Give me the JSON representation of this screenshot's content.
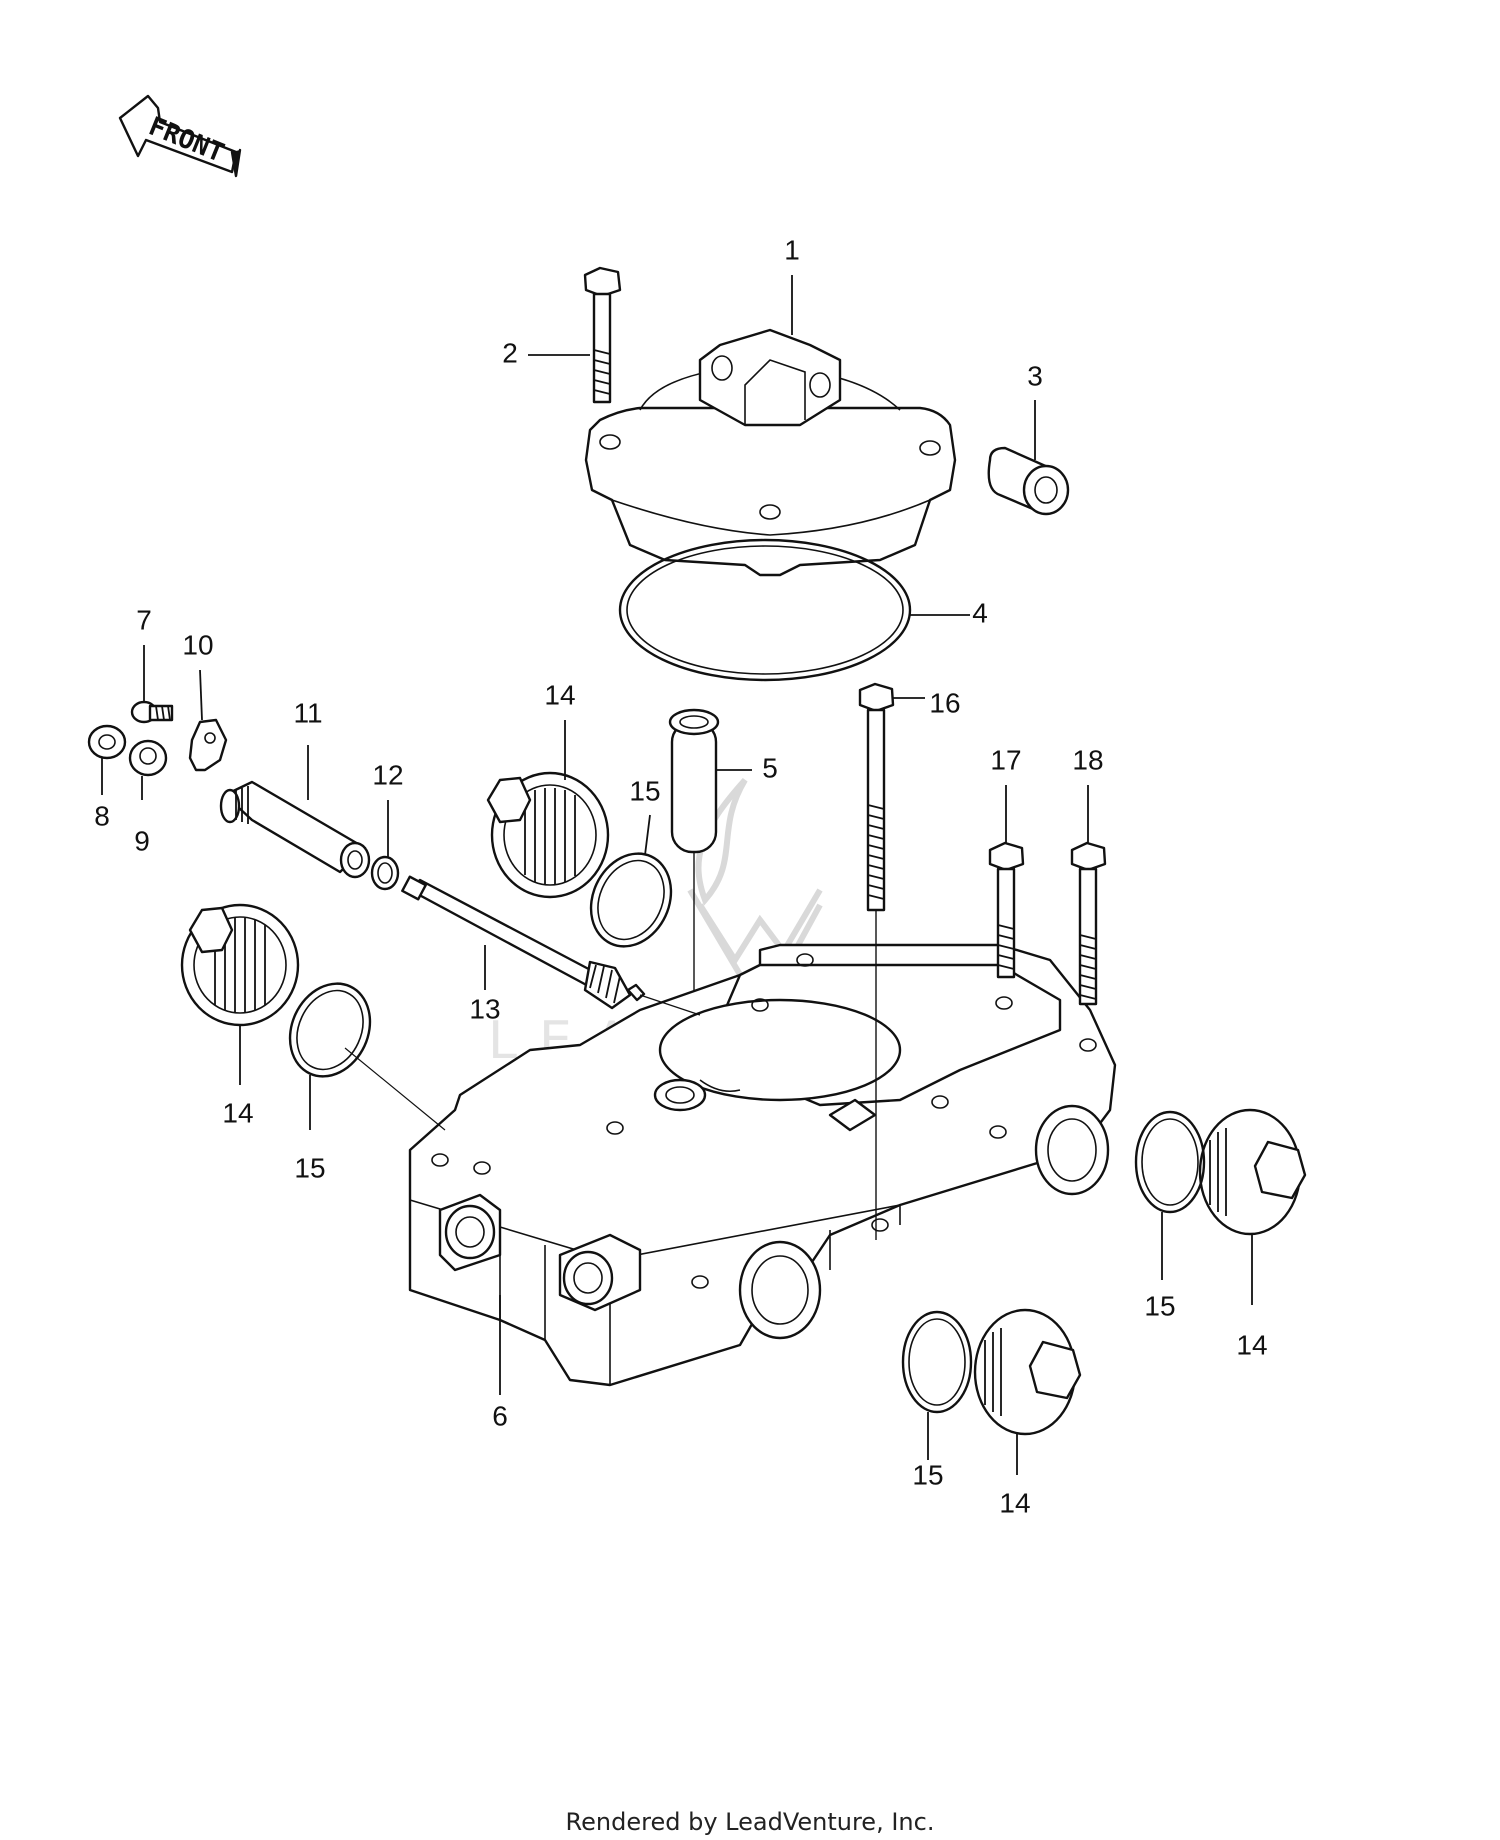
{
  "front_label": "FRONT",
  "watermark": "LEADVENTURE",
  "footer": "Rendered by LeadVenture, Inc.",
  "callouts": [
    {
      "id": "c1",
      "text": "1"
    },
    {
      "id": "c2",
      "text": "2"
    },
    {
      "id": "c3",
      "text": "3"
    },
    {
      "id": "c4",
      "text": "4"
    },
    {
      "id": "c5",
      "text": "5"
    },
    {
      "id": "c6",
      "text": "6"
    },
    {
      "id": "c7",
      "text": "7"
    },
    {
      "id": "c8",
      "text": "8"
    },
    {
      "id": "c9",
      "text": "9"
    },
    {
      "id": "c10",
      "text": "10"
    },
    {
      "id": "c11",
      "text": "11"
    },
    {
      "id": "c12",
      "text": "12"
    },
    {
      "id": "c13",
      "text": "13"
    },
    {
      "id": "c14a",
      "text": "14"
    },
    {
      "id": "c14b",
      "text": "14"
    },
    {
      "id": "c14c",
      "text": "14"
    },
    {
      "id": "c14d",
      "text": "14"
    },
    {
      "id": "c15a",
      "text": "15"
    },
    {
      "id": "c15b",
      "text": "15"
    },
    {
      "id": "c15c",
      "text": "15"
    },
    {
      "id": "c15d",
      "text": "15"
    },
    {
      "id": "c16",
      "text": "16"
    },
    {
      "id": "c17",
      "text": "17"
    },
    {
      "id": "c18",
      "text": "18"
    }
  ]
}
